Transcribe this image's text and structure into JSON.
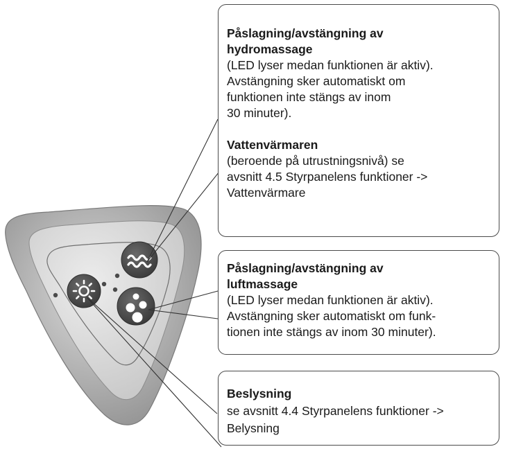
{
  "callouts": {
    "hydromassage": {
      "title": "Påslagning/avstängning av\nhydromassage",
      "body": "(LED lyser medan funktionen är aktiv).\nAvstängning sker automatiskt om\nfunktionen inte stängs av inom\n30 minuter)."
    },
    "heater": {
      "title": "Vattenvärmaren",
      "body": "(beroende på utrustningsnivå) se\navsnitt 4.5 Styrpanelens funktioner  ->\nVattenvärmare"
    },
    "airmassage": {
      "title": "Påslagning/avstängning av\nluftmassage",
      "body": "(LED lyser medan funktionen är aktiv).\nAvstängning sker automatiskt om funk-\ntionen inte stängs av inom 30 minuter)."
    },
    "lighting": {
      "title": "Beslysning",
      "body": "se avsnitt 4.4 Styrpanelens funktioner ->\nBelysning"
    }
  },
  "icons": {
    "hydro": "wave-icon",
    "air": "bubbles-icon",
    "light": "sun-icon"
  },
  "colors": {
    "panel_outer": "#a9a9a9",
    "panel_face": "#d8d8d8",
    "button": "#4d4d4d",
    "leader_line": "#333333"
  }
}
